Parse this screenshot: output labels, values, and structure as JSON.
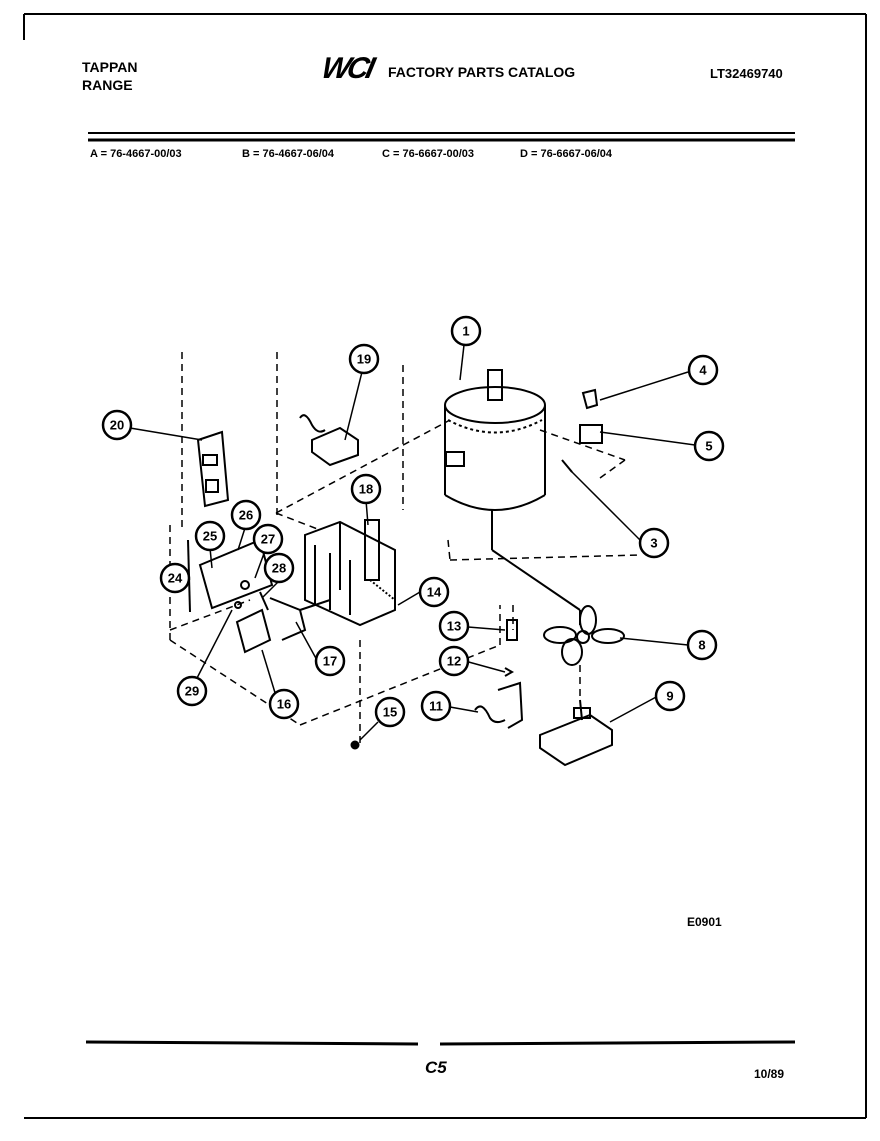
{
  "header": {
    "brand_line1": "TAPPAN",
    "brand_line2": "RANGE",
    "logo": "WCI",
    "title": "FACTORY PARTS CATALOG",
    "catalog_number": "LT32469740"
  },
  "models": [
    "A = 76-4667-00/03",
    "B = 76-4667-06/04",
    "C = 76-6667-00/03",
    "D = 76-6667-06/04"
  ],
  "callouts": [
    "1",
    "3",
    "4",
    "5",
    "8",
    "9",
    "11",
    "12",
    "13",
    "14",
    "15",
    "16",
    "17",
    "18",
    "19",
    "20",
    "24",
    "25",
    "26",
    "27",
    "28",
    "29"
  ],
  "footer": {
    "diagram_code": "E0901",
    "page": "C5",
    "date": "10/89"
  }
}
